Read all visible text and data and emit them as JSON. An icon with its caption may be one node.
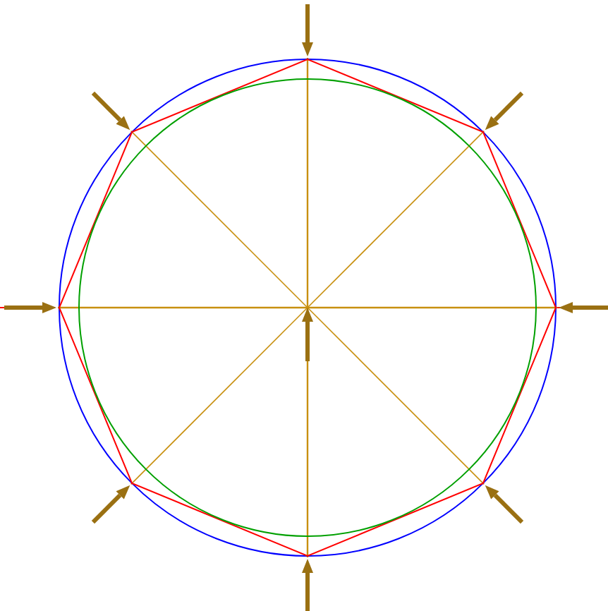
{
  "diagram": {
    "nodes": [
      {
        "text": [],
        "shape": "circle"
      },
      {
        "text": [],
        "shape": "octagon",
        "in": 0
      },
      {
        "text": [],
        "shape": "circle",
        "in": 1
      }
    ]
  }
}
